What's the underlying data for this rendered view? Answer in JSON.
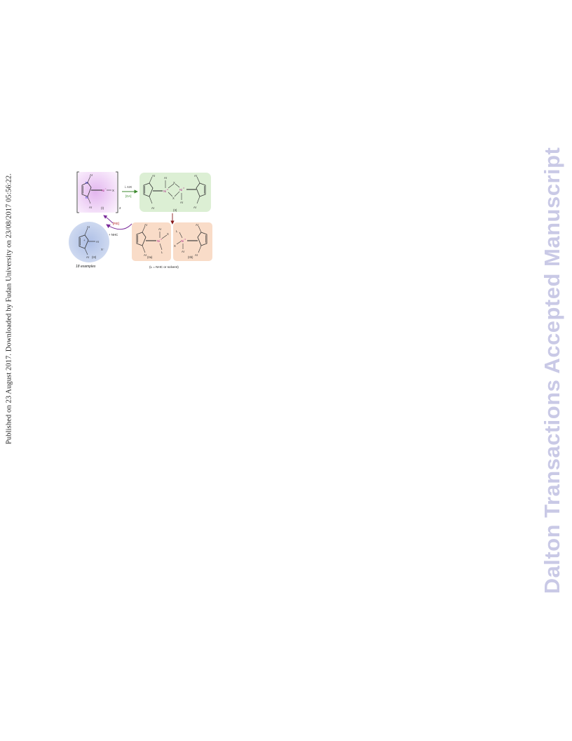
{
  "sidebar_citation": "Published on 23 August 2017. Downloaded by Fudan University on 23/08/2017 05:56:22.",
  "watermark": "Dalton Transactions Accepted Manuscript",
  "scheme": {
    "complex_I": {
      "ar_top": "Ar",
      "ar_bottom": "Ar",
      "n_top": "N",
      "n_bottom": "N",
      "metal": "Ni",
      "metal_ox": "I",
      "halide": "X",
      "bracket_subscript": "2",
      "label": "(I)"
    },
    "oxidation_step": {
      "reagent": "i. ArX",
      "condition": "[OA]"
    },
    "complex_II": {
      "ar_left_top": "Ar",
      "ar_left_bottom": "Ar",
      "ar_right_top": "Ar",
      "ar_right_bottom": "Ar",
      "metal_left": "Ni",
      "metal_right": "Ni",
      "metal_ox": "II",
      "aryl_left": "Ar",
      "aryl_right": "Ar",
      "x_bridge_top": "X",
      "x_bridge_bottom": "X",
      "label": "(II)"
    },
    "reductive_step": {
      "condition": "[RE]",
      "reagent": "+ NHC"
    },
    "complex_IIa": {
      "ar_top": "Ar",
      "ar_bottom": "Ar",
      "metal": "Ni",
      "metal_ox": "II",
      "aryl": "Ar",
      "halide": "X",
      "ligand": "L",
      "label": "(IIa)"
    },
    "complex_IIb": {
      "ar_top": "Ar",
      "ar_bottom": "Ar",
      "metal": "Ni",
      "metal_ox": "II",
      "aryl": "Ar",
      "halide": "X",
      "ligand": "L",
      "label": "(IIb)"
    },
    "ligand_note": "(L = NHC or solvent)",
    "product_III": {
      "ar_top": "Ar",
      "ar_bottom": "Ar",
      "aryl": "Ar",
      "counterion": "X⁻",
      "charge": "+",
      "label": "(III)",
      "examples": "18 examples"
    }
  },
  "colors": {
    "panel_I": "#f0daf5",
    "panel_II": "#dcefd4",
    "panel_IIa": "#f9dcc8",
    "panel_III": "#ccd8ef",
    "arrow_green": "#3c8a2e",
    "arrow_red": "#8a1a1a",
    "arrow_purple": "#7a2a9a",
    "nitrogen": "#2222cc",
    "nickel": "#b0308a"
  }
}
